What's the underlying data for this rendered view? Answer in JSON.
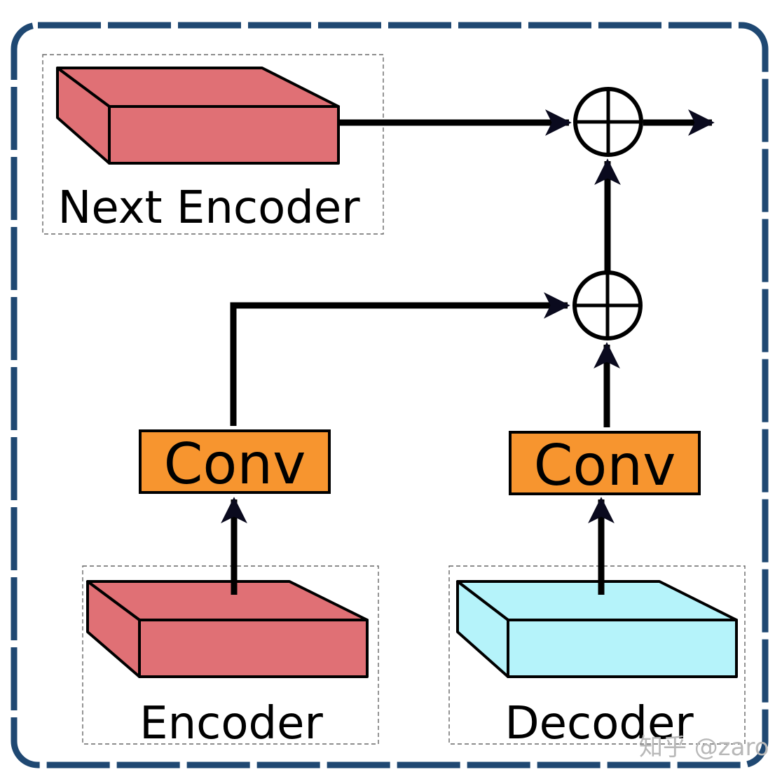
{
  "diagram": {
    "title": "",
    "nodes": {
      "next_encoder": {
        "label": "Next Encoder",
        "type": "feature-block",
        "color": "#e07075"
      },
      "encoder": {
        "label": "Encoder",
        "type": "feature-block",
        "color": "#e07075"
      },
      "decoder": {
        "label": "Decoder",
        "type": "feature-block",
        "color": "#b5f3fa"
      },
      "conv_left": {
        "label": "Conv",
        "type": "operation",
        "color": "#f7952f"
      },
      "conv_right": {
        "label": "Conv",
        "type": "operation",
        "color": "#f7952f"
      },
      "add_top": {
        "label": "⊕",
        "type": "element-wise-sum"
      },
      "add_bottom": {
        "label": "⊕",
        "type": "element-wise-sum"
      }
    },
    "edges": [
      {
        "from": "encoder",
        "to": "conv_left"
      },
      {
        "from": "decoder",
        "to": "conv_right"
      },
      {
        "from": "conv_left",
        "to": "add_bottom"
      },
      {
        "from": "conv_right",
        "to": "add_bottom"
      },
      {
        "from": "add_bottom",
        "to": "add_top"
      },
      {
        "from": "next_encoder",
        "to": "add_top"
      },
      {
        "from": "add_top",
        "to": "output"
      }
    ],
    "colors": {
      "frame": "#1f4872",
      "arrow": "#0a0a1e",
      "stroke": "#000000",
      "group_border": "#666666"
    }
  },
  "watermark": "知乎 @zaro"
}
